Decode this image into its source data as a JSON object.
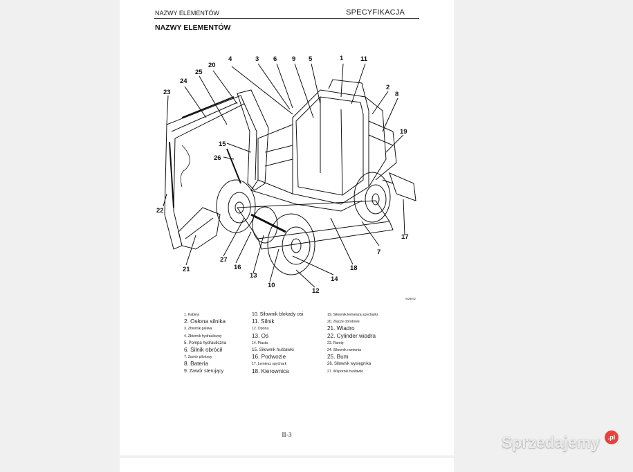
{
  "header": {
    "left": "NAZWY ELEMENTÓW",
    "right": "SPECYFIKACJA"
  },
  "section_title": "NAZWY ELEMENTÓW",
  "callouts": [
    "1",
    "2",
    "3",
    "4",
    "5",
    "6",
    "7",
    "8",
    "9",
    "10",
    "11",
    "12",
    "13",
    "14",
    "15",
    "16",
    "17",
    "18",
    "19",
    "20",
    "21",
    "22",
    "23",
    "24",
    "25",
    "26",
    "27"
  ],
  "figure_code": "W28032",
  "legend": {
    "col1": [
      {
        "text": "1. Kabina",
        "size": "small"
      },
      {
        "text": "2. Osłona silnika",
        "size": "big"
      },
      {
        "text": "3. Zbiornik paliwa",
        "size": "tiny"
      },
      {
        "text": "4. Zbiornik hydrauliczny",
        "size": "tiny"
      },
      {
        "text": "5. Pompa hydrauliczna",
        "size": "small"
      },
      {
        "text": "6. Silnik obrócił",
        "size": "big"
      },
      {
        "text": "7. Zawór pilotowy",
        "size": "tiny"
      },
      {
        "text": "8. Bateria",
        "size": "big"
      },
      {
        "text": "9. Zawór sterujący",
        "size": "small"
      }
    ],
    "col2": [
      {
        "text": "10. Siłownik blokady osi",
        "size": "small"
      },
      {
        "text": "11. Silnik",
        "size": "big"
      },
      {
        "text": "12. Opona",
        "size": "tiny"
      },
      {
        "text": "13. Oś",
        "size": "big"
      },
      {
        "text": "14. Piasta",
        "size": "tiny"
      },
      {
        "text": "15. Siłownik huśtawki",
        "size": "small"
      },
      {
        "text": "16. Podwozie",
        "size": "big"
      },
      {
        "text": "17. Lemiesz spychark",
        "size": "tiny"
      },
      {
        "text": "18. Kierownica",
        "size": "big"
      }
    ],
    "col3": [
      {
        "text": "19. Siłownik lemiesza spycharki",
        "size": "tiny"
      },
      {
        "text": "20. Złącze obrotowe",
        "size": "tiny"
      },
      {
        "text": "21. Wiadro",
        "size": "big"
      },
      {
        "text": "22. Cylinder wiadra",
        "size": "big"
      },
      {
        "text": "23. Ramię",
        "size": "tiny"
      },
      {
        "text": "24. Siłownik ramienia",
        "size": "tiny"
      },
      {
        "text": "25. Bum",
        "size": "big"
      },
      {
        "text": "26. Siłownik wysięgnika",
        "size": "small"
      },
      {
        "text": "27. Wspornik huśtawki",
        "size": "tiny"
      }
    ]
  },
  "page_number": "II-3",
  "watermark": {
    "text": "Sprzedajemy",
    "badge": ".pl"
  }
}
